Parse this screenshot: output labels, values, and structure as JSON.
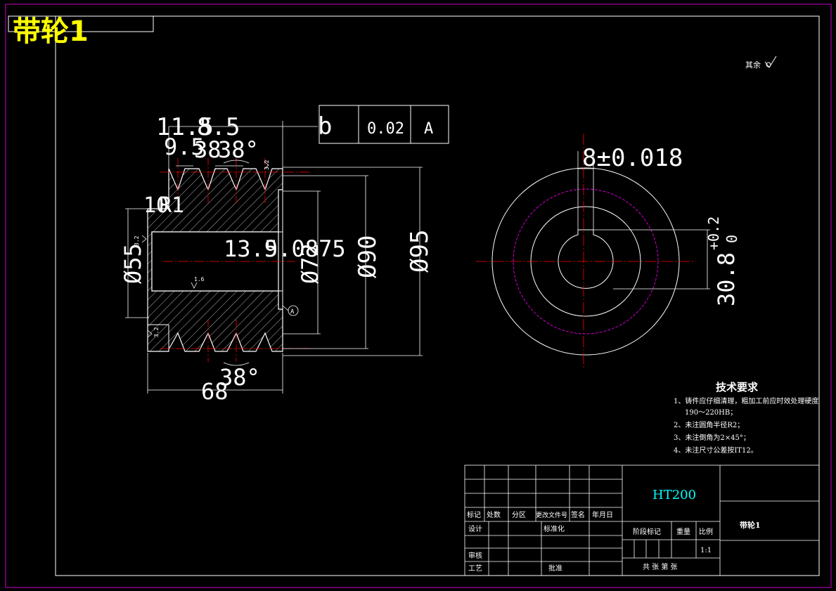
{
  "title": "带轮1",
  "surface_note": "其余",
  "tolerance_frame": {
    "symbol": "b",
    "value": "0.02",
    "datum": "A"
  },
  "dims": {
    "d11": "11.5",
    "d85": "8.5",
    "d95": "9.5",
    "d38": "38",
    "ang_top": "38°",
    "r10": "10",
    "r1": "R1",
    "d139": "13.9",
    "d50875": "5.0875",
    "dia55": "Ø55",
    "dia72": "Ø72",
    "dia90": "Ø90",
    "dia95": "Ø95",
    "ang_bot": "38°",
    "len68": "68",
    "rough16": "1.6",
    "rough32": "3.2",
    "key_width": "8±0.018",
    "key_depth": "30.8",
    "key_tol_up": "+0.2",
    "key_tol_low": "0",
    "datum_mark": "A"
  },
  "tech_req": {
    "heading": "技术要求",
    "items": [
      "1、铸件应仔细清理，粗加工前应时效处理硬度",
      "190～220HB；",
      "2、未注圆角半径R2；",
      "3、未注倒角为2×45°；",
      "4、未注尺寸公差按IT12。"
    ]
  },
  "title_block": {
    "material": "HT200",
    "part_name": "带轮1",
    "scale": "1:1",
    "col_headers": [
      "标记",
      "处数",
      "分区",
      "更改文件号",
      "签名",
      "年月日"
    ],
    "design": "设计",
    "standard": "标准化",
    "stage": "阶段标记",
    "weight": "重量",
    "ratio": "比例",
    "review": "审核",
    "process": "工艺",
    "approve": "批准",
    "sheets": "共  张    第  张"
  },
  "colors": {
    "background": "#000000",
    "line": "#ffffff",
    "center": "#ff0000",
    "pitch": "#cc00cc",
    "title": "#ffff00",
    "material": "#00ffff"
  }
}
